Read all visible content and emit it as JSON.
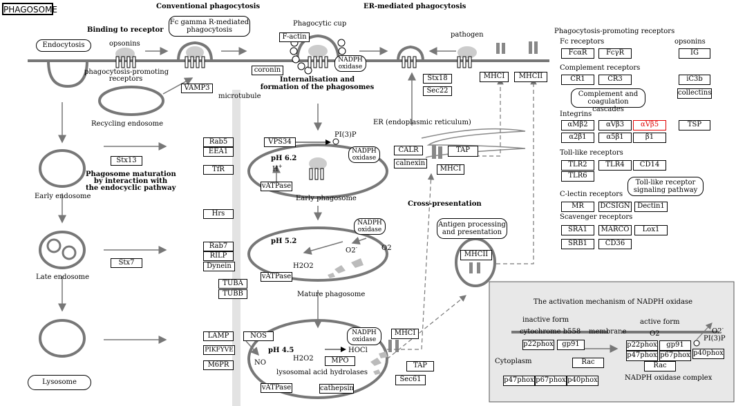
{
  "title": "PHAGOSOME",
  "headings": {
    "conventional": "Conventional phagocytosis",
    "er_mediated": "ER-mediated phagocytosis",
    "binding": "Binding to receptor",
    "internalisation_1": "Internalisation and",
    "internalisation_2": "formation of the phagosomes",
    "maturation_1": "Phagosome maturation",
    "maturation_2": "by interaction with",
    "maturation_3": "the endocyclic pathway",
    "cross_presentation": "Cross-presentation"
  },
  "labels": {
    "endocytosis": "Endocytosis",
    "opsonins": "opsonins",
    "pp_receptors_1": "phagocytosis-promoting",
    "pp_receptors_2": "receptors",
    "recycling_endosome": "Recycling endosome",
    "early_endosome": "Early endosome",
    "late_endosome": "Late endosome",
    "lysosome": "Lysosome",
    "microtubule": "microtubule",
    "phagocytic_cup": "Phagocytic cup",
    "pathogen": "pathogen",
    "er": "ER (endoplasmic reticulum)",
    "pi3p": "PI(3)P",
    "ph62": "pH 6.2",
    "hplus": "H",
    "early_phagosome": "Early phagosome",
    "ph52": "pH 5.2",
    "o2minus": "O2",
    "o2": "O2",
    "h2o2": "H2O2",
    "mature_phagosome": "Mature phagosome",
    "ph45": "pH 4.5",
    "h2o2_b": "H2O2",
    "hocl": "HOCl",
    "no": "NO",
    "lysosomal": "lysosomal acid hydrolases",
    "fc_gamma": "Fc gamma R-mediated phagocytosis",
    "antigen_proc": "Antigen processing and presentation"
  },
  "boxes": {
    "factin": "F-actin",
    "nadph_cup": "NADPH oxidase",
    "coronin": "coronin",
    "vamp3": "VAMP3",
    "stx18": "Stx18",
    "sec22": "Sec22",
    "mhci_top": "MHCI",
    "mhcii_top": "MHCII",
    "stx13": "Stx13",
    "stx7": "Stx7",
    "rab5": "Rab5",
    "eea1": "EEA1",
    "vps34": "VPS34",
    "tfr": "TfR",
    "nadph_early": "NADPH oxidase",
    "vatpase_early": "vATPase",
    "calr": "CALR",
    "calnexin": "calnexin",
    "tap_er": "TAP",
    "mhci_er": "MHCI",
    "hrs": "Hrs",
    "rab7": "Rab7",
    "rilp": "RILP",
    "dynein": "Dynein",
    "tuba": "TUBA",
    "tubb": "TUBB",
    "nadph_mature": "NADPH oxidase",
    "vatpase_mature": "vATPase",
    "mhcii_cross": "MHCII",
    "lamp": "LAMP",
    "pikfyve": "PIKFYVE",
    "m6pr": "M6PR",
    "nos": "NOS",
    "nadph_lyso": "NADPH oxidase",
    "mpo": "MPO",
    "mhci_lyso": "MHCI",
    "tap_lyso": "TAP",
    "sec61": "Sec61",
    "vatpase_lyso": "vATPase",
    "cathepsin": "cathepsin"
  },
  "receptors": {
    "header": "Phagocytosis-promoting receptors",
    "fc_header": "Fc receptors",
    "fcar": "FcαR",
    "fcyr": "FcγR",
    "opsonins_header": "opsonins",
    "ig": "IG",
    "complement_header": "Complement receptors",
    "cr1": "CR1",
    "cr3": "CR3",
    "ic3b": "iC3b",
    "complement_cascades": "Complement and coagulation cascades",
    "collectins": "collectins",
    "integrins_header": "Integrins",
    "amb2": "αMβ2",
    "avb3": "αVβ3",
    "avb5": "αVβ5",
    "tsp": "TSP",
    "a2b1": "α2β1",
    "a5b1": "α5β1",
    "b1": "β1",
    "tlr_header": "Toll-like receptors",
    "tlr2": "TLR2",
    "tlr4": "TLR4",
    "cd14": "CD14",
    "tlr6": "TLR6",
    "tlr_pathway": "Toll-like receptor signaling pathway",
    "clectin_header": "C-lectin receptors",
    "mr": "MR",
    "dcsign": "DCSIGN",
    "dectin1": "Dectin1",
    "scavenger_header": "Scavenger receptors",
    "sra1": "SRA1",
    "marco": "MARCO",
    "lox1": "Lox1",
    "srb1": "SRB1",
    "cd36": "CD36"
  },
  "nadph_panel": {
    "title": "The activation mechanism of NADPH oxidase",
    "inactive": "inactive form",
    "active": "active form",
    "cytochrome": "cytochrome b558",
    "membrane": "membrane",
    "cytoplasm": "Cytoplasm",
    "p22phox": "p22phox",
    "gp91": "gp91",
    "rac": "Rac",
    "p47phox": "p47phox",
    "p67phox": "p67phox",
    "p40phox": "p40phox",
    "p22phox_a": "p22phox",
    "gp91_a": "gp91",
    "p47phox_a": "p47phox",
    "p67phox_a": "p67phox",
    "p40phox_a": "p40phox",
    "rac_a": "Rac",
    "o2": "O2",
    "o2minus": "O2",
    "pi3p": "PI(3)P",
    "complex": "NADPH oxidase complex"
  },
  "colors": {
    "line": "#777777",
    "highlight": "#e00000",
    "panel_bg": "#e8e8e8"
  }
}
